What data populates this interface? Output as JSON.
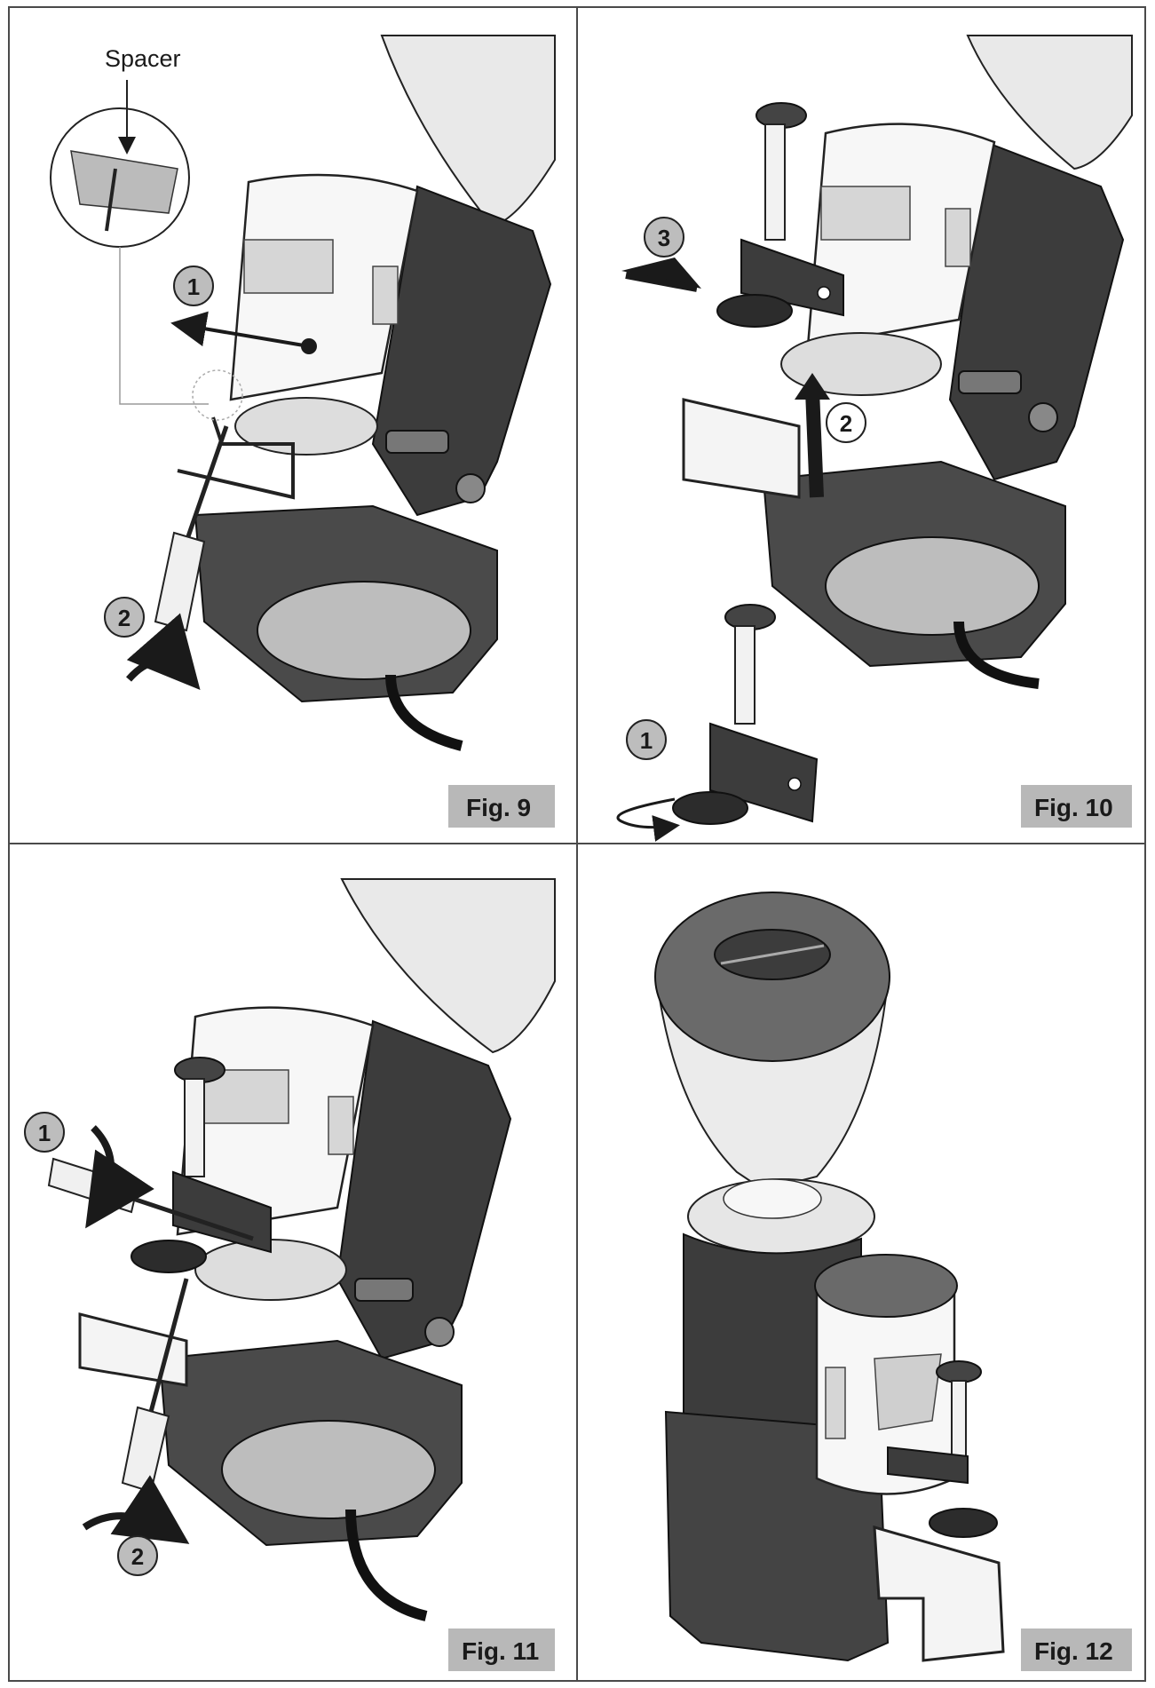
{
  "colors": {
    "panel_border": "#4a4a4a",
    "label_box": "#b8b8b8",
    "body_dark": "#3c3c3c",
    "body_mid": "#555555",
    "body_light": "#f7f7f7",
    "hopper": "#e9e9e9",
    "lid": "#6a6a6a",
    "step_badge": "#bdbdbd"
  },
  "icons": [
    "screwdriver-icon",
    "rotate-arrow-icon",
    "push-arrow-icon",
    "spacer-callout-icon"
  ],
  "figures": [
    {
      "label": "Fig. 9",
      "callout_label": "Spacer",
      "steps": [
        "1",
        "2"
      ]
    },
    {
      "label": "Fig. 10",
      "steps": [
        "3",
        "2",
        "1"
      ]
    },
    {
      "label": "Fig. 11",
      "steps": [
        "1",
        "2"
      ]
    },
    {
      "label": "Fig. 12",
      "steps": []
    }
  ]
}
